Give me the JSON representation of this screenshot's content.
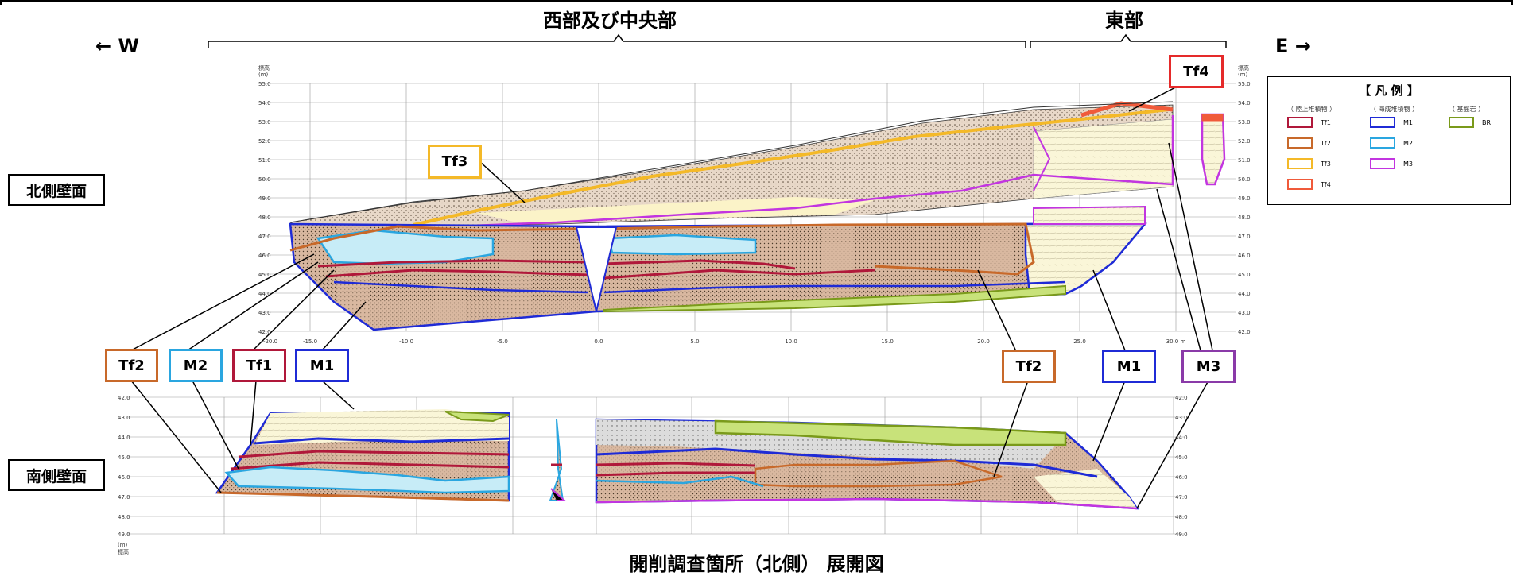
{
  "headers": {
    "west_center": "西部及び中央部",
    "east": "東部"
  },
  "directions": {
    "west": "← W",
    "east": "E →"
  },
  "walls": {
    "north": "北側壁面",
    "south": "南側壁面"
  },
  "title": "開削調査箇所（北側） 展開図",
  "axis": {
    "elev_label": "標高",
    "elev_unit": "(m)",
    "north_elev_ticks": [
      "55.0",
      "54.0",
      "53.0",
      "52.0",
      "51.0",
      "50.0",
      "49.0",
      "48.0",
      "47.0",
      "46.0",
      "45.0",
      "44.0",
      "43.0",
      "42.0"
    ],
    "north_x_ticks": [
      "-20.0",
      "-15.0",
      "-10.0",
      "-5.0",
      "0.0",
      "5.0",
      "10.0",
      "15.0",
      "20.0",
      "25.0",
      "30.0 m"
    ],
    "south_elev_ticks": [
      "42.0",
      "43.0",
      "44.0",
      "45.0",
      "46.0",
      "47.0",
      "48.0",
      "49.0"
    ]
  },
  "callouts": [
    {
      "id": "tf4",
      "label": "Tf4",
      "color": "#e52a2a"
    },
    {
      "id": "tf3",
      "label": "Tf3",
      "color": "#f4b928"
    },
    {
      "id": "tf2a",
      "label": "Tf2",
      "color": "#c8692a"
    },
    {
      "id": "m2",
      "label": "M2",
      "color": "#2aa6e0"
    },
    {
      "id": "tf1",
      "label": "Tf1",
      "color": "#b0183a"
    },
    {
      "id": "m1a",
      "label": "M1",
      "color": "#1f2bd6"
    },
    {
      "id": "tf2b",
      "label": "Tf2",
      "color": "#c8692a"
    },
    {
      "id": "m1b",
      "label": "M1",
      "color": "#1f2bd6"
    },
    {
      "id": "m3",
      "label": "M3",
      "color": "#8a3aa8"
    }
  ],
  "legend": {
    "title": "【 凡 例 】",
    "categories": [
      "（ 陸上堆積物 ）",
      "（ 海成堆積物 ）",
      "（ 基盤岩 ）"
    ],
    "land": [
      {
        "label": "Tf1",
        "color": "#b0183a"
      },
      {
        "label": "Tf2",
        "color": "#c8692a"
      },
      {
        "label": "Tf3",
        "color": "#f4b928"
      },
      {
        "label": "Tf4",
        "color": "#f05a3a"
      }
    ],
    "marine": [
      {
        "label": "M1",
        "color": "#1f2bd6"
      },
      {
        "label": "M2",
        "color": "#2aa6e0"
      },
      {
        "label": "M3",
        "color": "#c235e0"
      }
    ],
    "bedrock": [
      {
        "label": "BR",
        "color": "#7a9a1a"
      }
    ]
  }
}
